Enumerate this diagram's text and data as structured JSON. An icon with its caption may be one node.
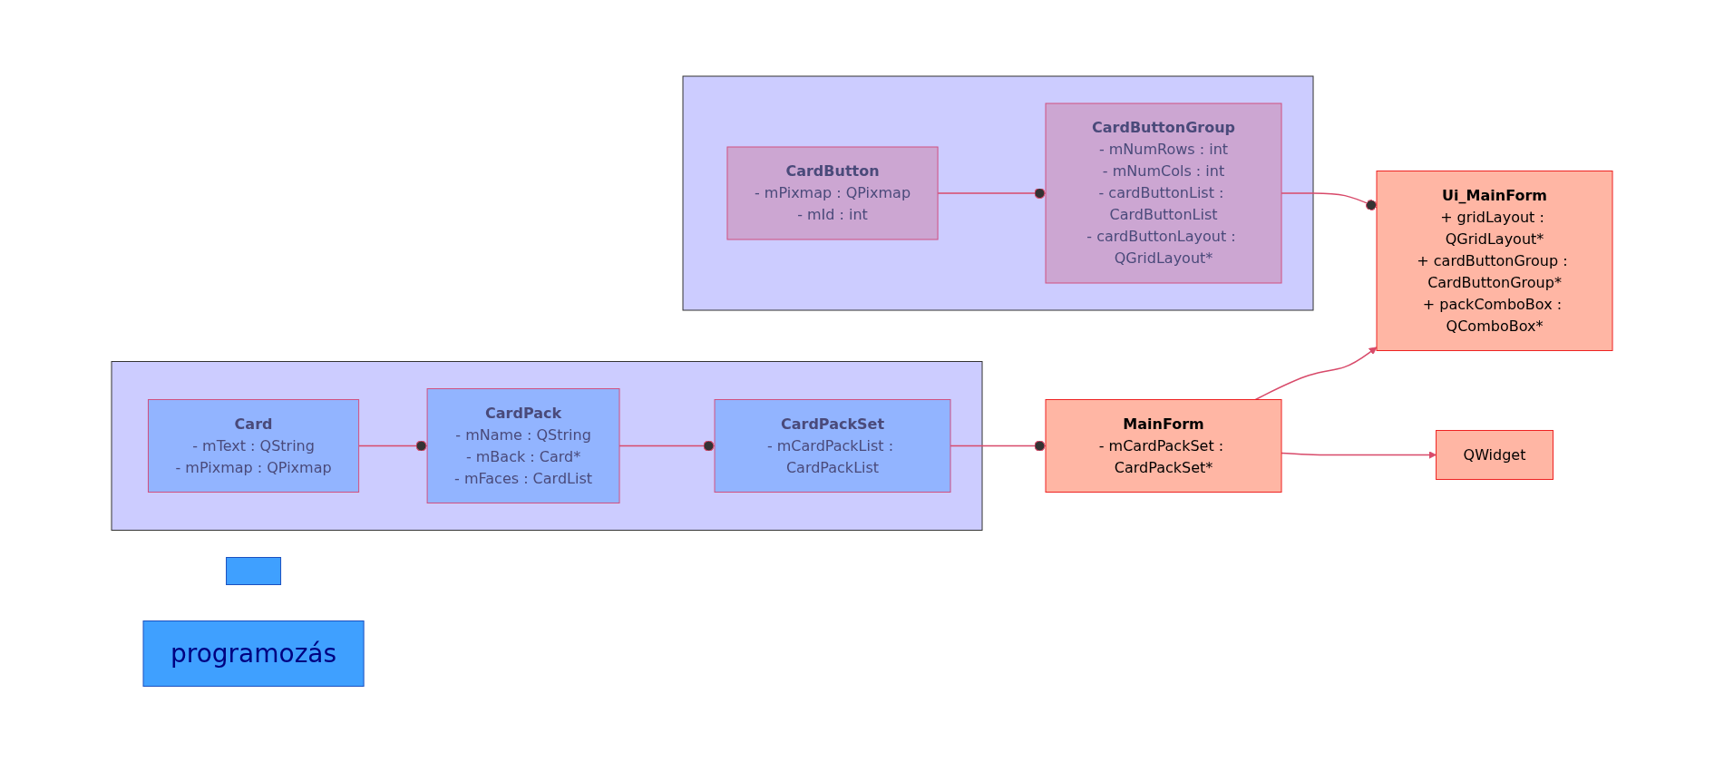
{
  "diagram": {
    "nodes": [
      {
        "text": [],
        "shape": "box"
      },
      {
        "text": [
          "CardButton",
          "- mPixmap : QPixmap",
          "- mId : int"
        ],
        "in": 0
      },
      {
        "text": [
          "CardButtonGroup",
          "- mNumRows : int",
          "- mNumCols : int",
          "- cardButtonList : CardButtonList",
          "- cardButtonLayout : QGridLayout*"
        ],
        "in": 0
      },
      {
        "text": [],
        "shape": "box"
      },
      {
        "text": [
          "Ui_MainForm",
          "+ gridLayout : QGridLayout*",
          "+ cardButtonGroup : CardButtonGroup*",
          "+ packComboBox : QComboBox*"
        ]
      },
      {
        "text": [
          "QWidget"
        ]
      },
      {
        "text": [],
        "shape": "box"
      },
      {
        "text": [
          "Card",
          "- mText : QString",
          "- mPixmap : QPixmap"
        ],
        "in": 6
      },
      {
        "text": [
          "CardPack",
          "- mName : QString",
          "- mBack : Card*",
          "- mFaces : CardList"
        ],
        "in": 6
      },
      {
        "text": [
          "MainForm",
          "- mCardPackSet : CardPackSet*"
        ]
      },
      {
        "text": [
          "CardPackSet",
          "- mCardPackList : CardPackList"
        ],
        "in": 6
      },
      {
        "text": [
          "programozás"
        ]
      }
    ],
    "edges": [
      {
        "from": 1,
        "to": 2,
        "arrow": "other"
      },
      {
        "from": 2,
        "to": 4,
        "arrow": "other"
      },
      {
        "from": 9,
        "to": 4,
        "arrow": "to"
      },
      {
        "from": 9,
        "to": 5,
        "arrow": "to"
      },
      {
        "from": 7,
        "to": 8,
        "arrow": "other"
      },
      {
        "from": 8,
        "to": 10,
        "arrow": "other"
      },
      {
        "from": 10,
        "to": 9,
        "arrow": "other"
      }
    ]
  }
}
